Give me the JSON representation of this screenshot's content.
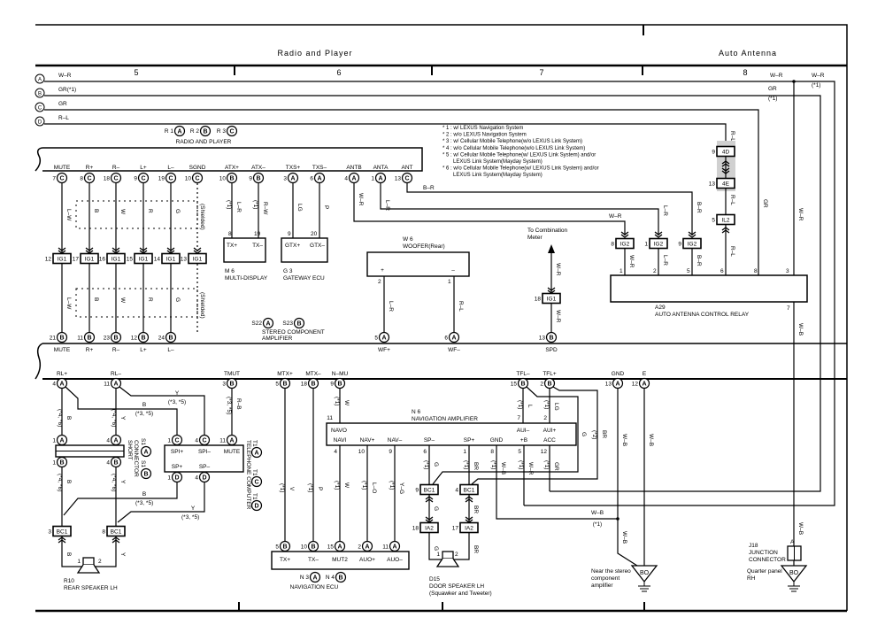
{
  "header": {
    "left_title": "Radio and Player",
    "right_title": "Auto Antenna",
    "columns": [
      "5",
      "6",
      "7",
      "8"
    ]
  },
  "bus": [
    {
      "id": "A",
      "wire": "W–R"
    },
    {
      "id": "B",
      "wire": "GR(*1)"
    },
    {
      "id": "C",
      "wire": "GR"
    },
    {
      "id": "D",
      "wire": "R–L"
    }
  ],
  "bus_right": {
    "a_wire": "W–R",
    "a2_wire": "W–R",
    "a2_note": "(*1)",
    "b_wire": "GR",
    "b_note": "(*1)",
    "d_wire": "R–L",
    "c_wire": "GR",
    "a_down_wire": "W–R"
  },
  "notes": [
    "* 1 : w/ LEXUS Navigation System",
    "* 2 : w/o LEXUS Navigation System",
    "* 3 : w/ Cellular Mobile Telephone(w/o LEXUS Link System)",
    "* 4 : w/o Cellular Mobile Telephone(w/o LEXUS Link System)",
    "* 5 : w/ Cellular Mobile Telephone(w/ LEXUS Link System) and/or",
    "LEXUS Link System(Mayday System)",
    "* 6 : w/o Cellular Mobile Telephone(w/ LEXUS Link System) and/or",
    "LEXUS Link System(Mayday System)"
  ],
  "radio": {
    "title": "RADIO AND PLAYER",
    "connectors": [
      {
        "code": "R 1",
        "letter": "A"
      },
      {
        "code": "R 2",
        "letter": "B"
      },
      {
        "code": "R 3",
        "letter": "C"
      }
    ],
    "pins": [
      {
        "label": "MUTE",
        "num": "7",
        "letter": "C"
      },
      {
        "label": "R+",
        "num": "8",
        "letter": "C"
      },
      {
        "label": "R–",
        "num": "18",
        "letter": "C"
      },
      {
        "label": "L+",
        "num": "9",
        "letter": "C"
      },
      {
        "label": "L–",
        "num": "19",
        "letter": "C"
      },
      {
        "label": "SGND",
        "num": "10",
        "letter": "C"
      },
      {
        "label": "ATX+",
        "num": "10",
        "letter": "B"
      },
      {
        "label": "ATX–",
        "num": "9",
        "letter": "B"
      },
      {
        "label": "TXS+",
        "num": "3",
        "letter": "A"
      },
      {
        "label": "TXS–",
        "num": "6",
        "letter": "A"
      },
      {
        "label": "ANTB",
        "num": "4",
        "letter": "A"
      },
      {
        "label": "ANTA",
        "num": "1",
        "letter": "A"
      },
      {
        "label": "ANT",
        "num": "13",
        "letter": "C"
      }
    ]
  },
  "audio_wires": [
    "L–W",
    "B",
    "W",
    "R",
    "G"
  ],
  "shielded": "(Shielded)",
  "ig1": [
    {
      "num": "12",
      "code": "IG1"
    },
    {
      "num": "17",
      "code": "IG1"
    },
    {
      "num": "16",
      "code": "IG1"
    },
    {
      "num": "15",
      "code": "IG1"
    },
    {
      "num": "14",
      "code": "IG1"
    },
    {
      "num": "13",
      "code": "IG1"
    }
  ],
  "multi_display": {
    "code": "M 6",
    "name": "MULTI-DISPLAY",
    "pins": [
      {
        "num": "8",
        "label": "TX+",
        "wire": "L–R",
        "note": "(*1)"
      },
      {
        "num": "19",
        "label": "TX–",
        "wire": "R–W",
        "note": "(*1)"
      }
    ]
  },
  "gateway": {
    "code": "G 3",
    "name": "GATEWAY ECU",
    "pins": [
      {
        "num": "9",
        "label": "GTX+",
        "wire": "LG"
      },
      {
        "num": "20",
        "label": "GTX–",
        "wire": "P"
      }
    ]
  },
  "antenna_wires": {
    "antb": "W–R",
    "anta": "L–R",
    "ant": "B–R",
    "antb_top": "W–R"
  },
  "ig2": [
    {
      "num": "8",
      "code": "IG2",
      "wire": "W–R"
    },
    {
      "num": "1",
      "code": "IG2",
      "wire": "L–R"
    },
    {
      "num": "9",
      "code": "IG2",
      "wire": "B–R"
    }
  ],
  "junction": {
    "upper": {
      "num": "9",
      "code": "4D"
    },
    "lower": {
      "num": "13",
      "code": "4E"
    },
    "wire": "R–L"
  },
  "il2": {
    "num": "5",
    "code": "IL2",
    "wire": "R–L"
  },
  "relay": {
    "code": "A29",
    "name": "AUTO ANTENNA CONTROL RELAY",
    "pins": [
      "1",
      "2",
      "5",
      "6",
      "8",
      "3"
    ],
    "out_pin": "7",
    "out_wire": "W–B",
    "c_wire": "GR",
    "a_wire": "W–R"
  },
  "woofer": {
    "code": "W 6",
    "name": "WOOFER(Rear)",
    "plus": "+",
    "minus": "–",
    "pins": [
      {
        "num": "2",
        "wire": "L–R"
      },
      {
        "num": "1",
        "wire": "R–L"
      }
    ]
  },
  "meter": {
    "label1": "To Combination",
    "label2": "Meter",
    "wire_upper": "W–R",
    "wire_lower": "W–R",
    "ig1": {
      "num": "18",
      "code": "IG1"
    }
  },
  "amplifier": {
    "connectors": [
      {
        "code": "S22",
        "letter": "A"
      },
      {
        "code": "S23",
        "letter": "B"
      }
    ],
    "name1": "STEREO COMPONENT",
    "name2": "AMPLIFIER",
    "top_pins": [
      {
        "label": "MUTE",
        "num": "21",
        "letter": "B"
      },
      {
        "label": "R+",
        "num": "11",
        "letter": "B"
      },
      {
        "label": "R–",
        "num": "23",
        "letter": "B"
      },
      {
        "label": "L+",
        "num": "12",
        "letter": "B"
      },
      {
        "label": "L–",
        "num": "24",
        "letter": "B"
      },
      {
        "label": "WF+",
        "num": "5",
        "letter": "A"
      },
      {
        "label": "WF–",
        "num": "6",
        "letter": "A"
      },
      {
        "label": "SPD",
        "num": "13",
        "letter": "B"
      }
    ],
    "bottom_pins": [
      {
        "label": "RL+",
        "num": "4",
        "letter": "A"
      },
      {
        "label": "RL–",
        "num": "11",
        "letter": "A"
      },
      {
        "label": "TMUT",
        "num": "3",
        "letter": "B"
      },
      {
        "label": "MTX+",
        "num": "5",
        "letter": "B"
      },
      {
        "label": "MTX–",
        "num": "18",
        "letter": "B"
      },
      {
        "label": "N–MU",
        "num": "9",
        "letter": "B"
      },
      {
        "label": "TFL–",
        "num": "15",
        "letter": "B"
      },
      {
        "label": "TFL+",
        "num": "2",
        "letter": "B"
      },
      {
        "label": "GND",
        "num": "13",
        "letter": "A"
      },
      {
        "label": "E",
        "num": "12",
        "letter": "A"
      }
    ]
  },
  "short_connector": {
    "name1": "SHORT",
    "name2": "CONNECTOR",
    "connectors": [
      {
        "code": "S1",
        "letter": "A"
      },
      {
        "code": "S1",
        "letter": "B"
      }
    ],
    "pins": [
      {
        "num": "1",
        "letter": "A"
      },
      {
        "num": "4",
        "letter": "A"
      },
      {
        "num": "1",
        "letter": "B"
      },
      {
        "num": "4",
        "letter": "B"
      }
    ],
    "wire_b": "B",
    "wire_y": "Y",
    "note": "(*4, *6)"
  },
  "telephone": {
    "name": "TELEPHONE COMPUTER",
    "connectors": [
      {
        "code": "T1",
        "letter": "A"
      },
      {
        "code": "T1",
        "letter": "C"
      },
      {
        "code": "T1",
        "letter": "D"
      }
    ],
    "pins": [
      {
        "num": "1",
        "letter": "C",
        "label": "SPI+"
      },
      {
        "num": "4",
        "letter": "C",
        "label": "SPI–"
      },
      {
        "num": "11",
        "letter": "A",
        "label": "MUTE"
      },
      {
        "num": "1",
        "letter": "D",
        "label": "SP+"
      },
      {
        "num": "4",
        "letter": "D",
        "label": "SP–"
      }
    ],
    "wire_b": "B",
    "wire_y": "Y",
    "note": "(*3, *5)",
    "mute_wire": "R–B",
    "mute_note": "(*3, *5)"
  },
  "rear_speaker": {
    "code": "R10",
    "name": "REAR SPEAKER LH",
    "bc1": [
      {
        "num": "3",
        "code": "BC1"
      },
      {
        "num": "8",
        "code": "BC1"
      }
    ],
    "pins": [
      "1",
      "2"
    ],
    "wire_b": "B",
    "wire_y": "Y"
  },
  "nav_amp": {
    "code": "N 6",
    "name": "NAVIGATION AMPLIFIER",
    "note": "(*1)",
    "top_pins": [
      {
        "num": "11",
        "label": "NAVO",
        "wire": "W"
      },
      {
        "num": "7",
        "label": "AUI–",
        "wire": "L"
      },
      {
        "num": "2",
        "label": "AUI+",
        "wire": "LG"
      }
    ],
    "bottom_pins": [
      {
        "num": "4",
        "label": "NAVI",
        "wire": "W"
      },
      {
        "num": "10",
        "label": "NAV+",
        "wire": "L–O"
      },
      {
        "num": "9",
        "label": "NAV–",
        "wire": "Y–G"
      },
      {
        "num": "6",
        "label": "SP–",
        "wire": "G"
      },
      {
        "num": "1",
        "label": "SP+",
        "wire": "BR"
      },
      {
        "num": "8",
        "label": "GND",
        "wire": "W–B"
      },
      {
        "num": "5",
        "label": "+B",
        "wire": "W–R"
      },
      {
        "num": "12",
        "label": "ACC",
        "wire": "GR"
      }
    ]
  },
  "alt_wires": {
    "g": "G",
    "br": "BR",
    "note": "(*2)"
  },
  "nav_ecu": {
    "connectors": [
      {
        "code": "N 3",
        "letter": "A"
      },
      {
        "code": "N 4",
        "letter": "B"
      }
    ],
    "name": "NAVIGATION ECU",
    "mtx_plus_wire": "V",
    "mtx_minus_wire": "P",
    "note": "(*1)",
    "pins": [
      {
        "label": "TX+",
        "num": "5",
        "letter": "B"
      },
      {
        "label": "TX–",
        "num": "10",
        "letter": "B"
      },
      {
        "label": "MUT2",
        "num": "15",
        "letter": "A"
      },
      {
        "label": "AUO+",
        "num": "2",
        "letter": "A"
      },
      {
        "label": "AUO–",
        "num": "11",
        "letter": "A"
      }
    ]
  },
  "door_speaker": {
    "code": "D15",
    "name": "DOOR SPEAKER LH",
    "sub": "(Squawker and Tweeter)",
    "bc1": [
      {
        "num": "9",
        "code": "BC1"
      },
      {
        "num": "4",
        "code": "BC1"
      }
    ],
    "ia2": [
      {
        "num": "18",
        "code": "IA2"
      },
      {
        "num": "17",
        "code": "IA2"
      }
    ],
    "pins": [
      "1",
      "2"
    ],
    "wire_g": "G",
    "wire_br": "BR"
  },
  "ground": {
    "gnd_wire": "W–B",
    "e_wire": "W–B",
    "branch_wire": "W–B",
    "branch_note": "(*1)",
    "lower_wire": "W–B",
    "point": "BO",
    "location1": "Near the stereo",
    "location2": "component",
    "location3": "amplifier"
  },
  "j18": {
    "code": "J18",
    "name1": "JUNCTION",
    "name2": "CONNECTOR",
    "pin": "A",
    "wire": "W–B",
    "point": "BO",
    "location1": "Quarter panel",
    "location2": "RH"
  }
}
